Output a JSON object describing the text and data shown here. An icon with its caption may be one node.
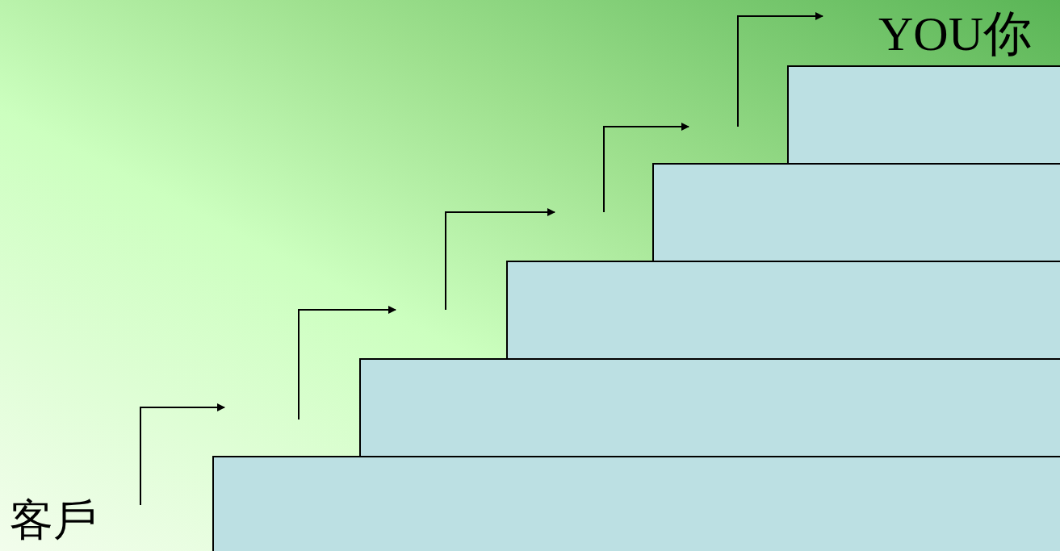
{
  "diagram": {
    "nodes": [
      {
        "text": [],
        "shape": "box"
      },
      {
        "text": [],
        "shape": "box"
      },
      {
        "text": [],
        "shape": "box"
      },
      {
        "text": [],
        "shape": "box"
      },
      {
        "text": [],
        "shape": "box"
      }
    ],
    "edges": [],
    "labels": [
      "YOU你",
      "客戶"
    ]
  }
}
